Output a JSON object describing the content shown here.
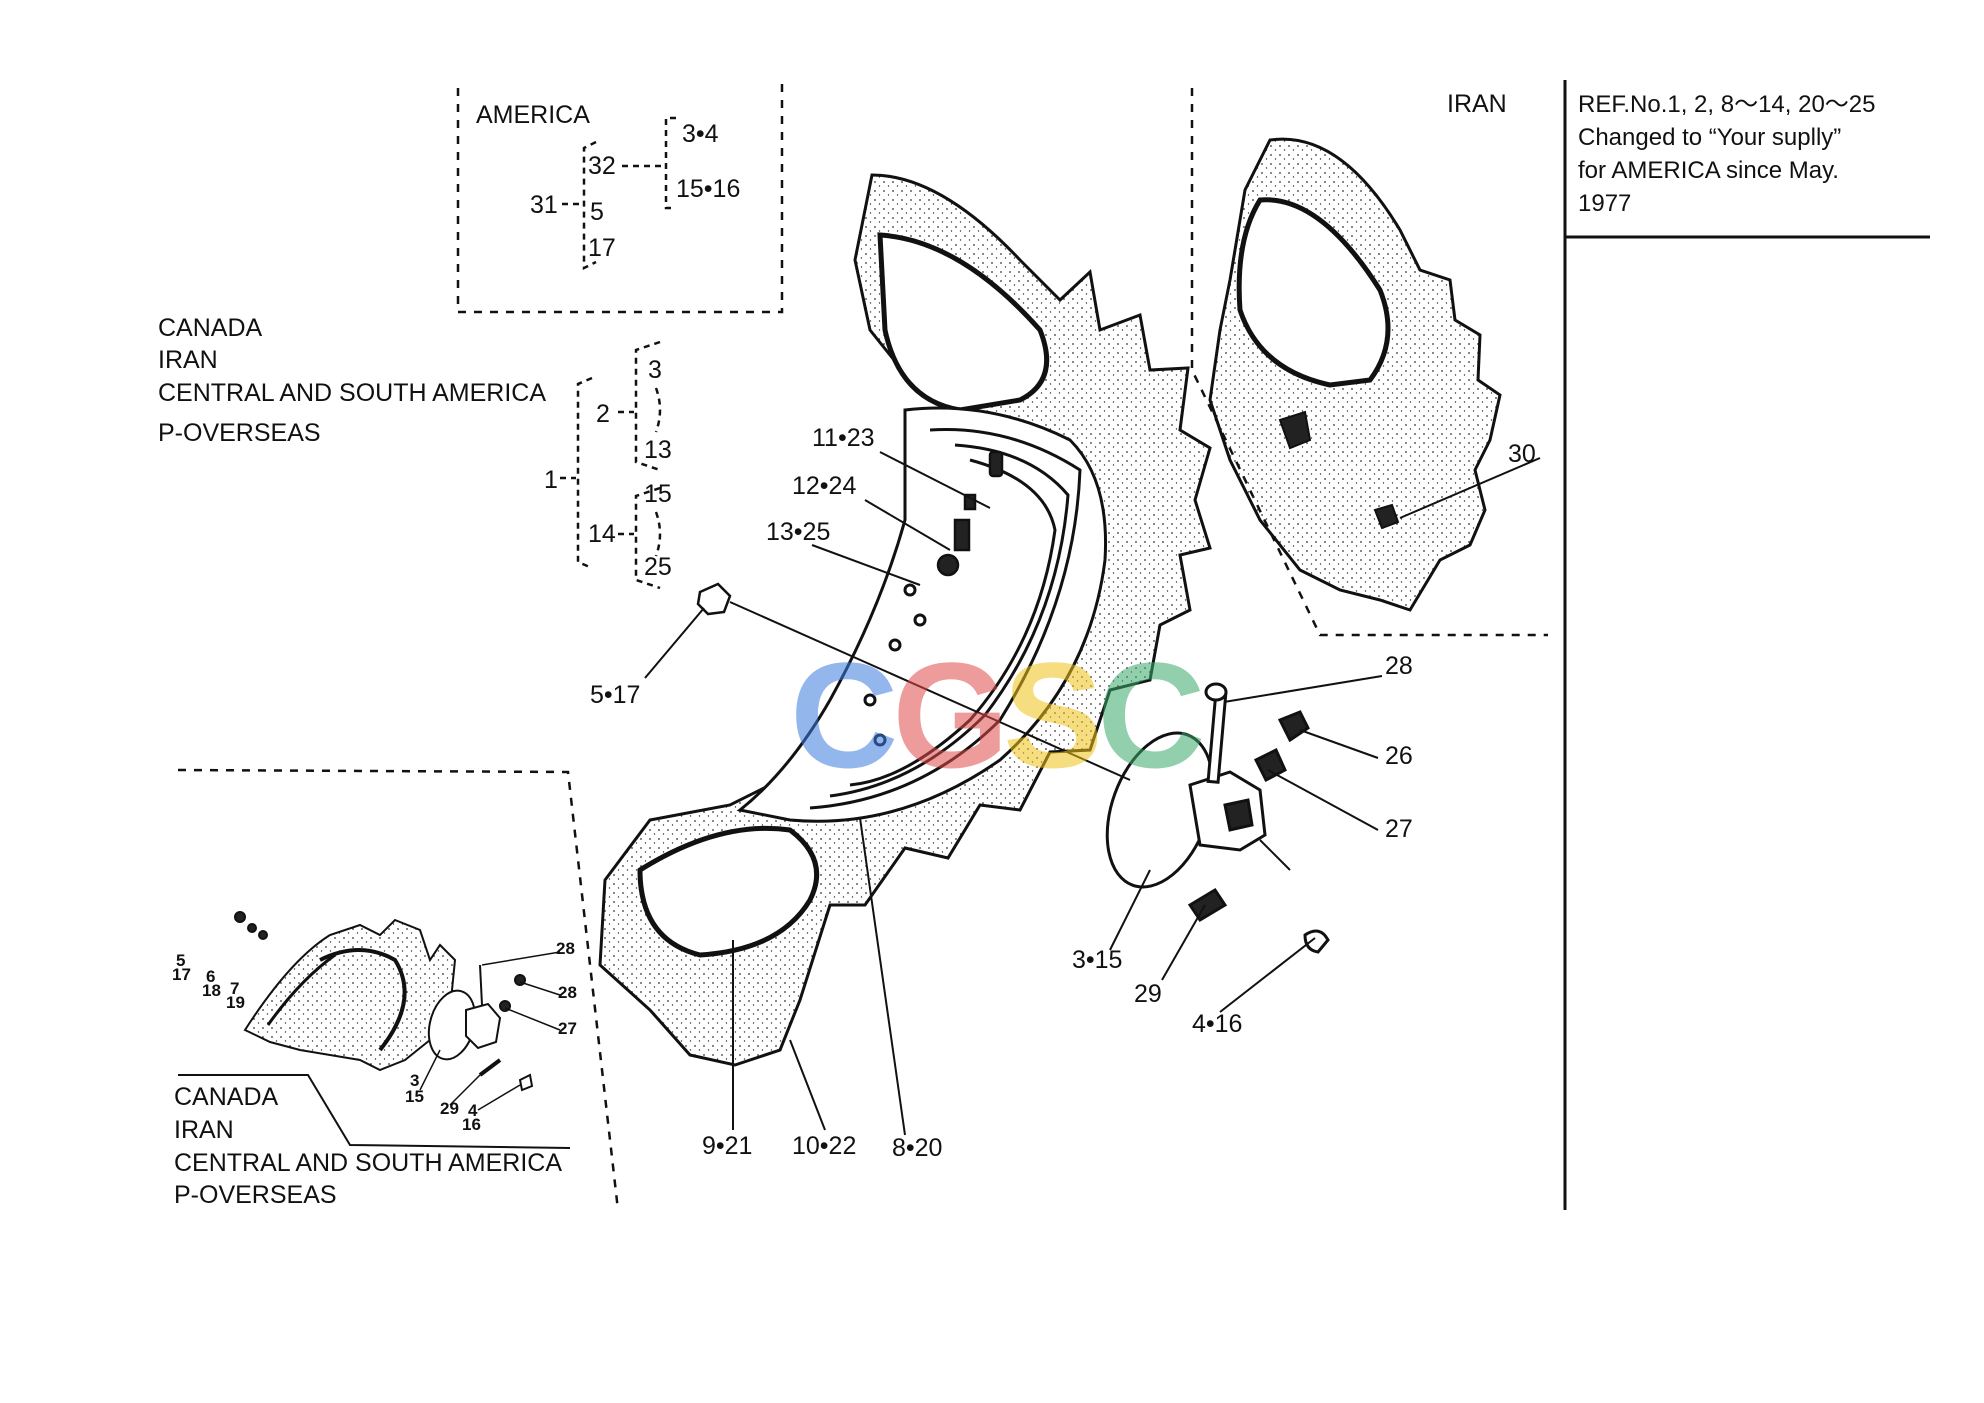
{
  "regions": {
    "america_box": "AMERICA",
    "iran_top": "IRAN",
    "group_main": [
      "CANADA",
      "IRAN",
      "CENTRAL AND SOUTH AMERICA",
      "P-OVERSEAS"
    ],
    "group_inset": [
      "CANADA",
      "IRAN",
      "CENTRAL AND SOUTH AMERICA",
      "P-OVERSEAS"
    ]
  },
  "note": {
    "lines": [
      "REF.No.1, 2, 8〜14, 20〜25",
      "Changed to “Your suplly”",
      "for AMERICA since May.",
      "1977"
    ]
  },
  "america_tree": {
    "root": "31",
    "branch_a": "32",
    "branch_b": "5",
    "branch_c": "17",
    "sub_a": "3•4",
    "sub_b": "15•16"
  },
  "main_tree": {
    "root": "1",
    "branch_a": "2",
    "branch_b": "14",
    "a1": "3",
    "a2": "13",
    "b1": "15",
    "b2": "25"
  },
  "callouts": {
    "c11_23": "11•23",
    "c12_24": "12•24",
    "c13_25": "13•25",
    "c5_17": "5•17",
    "c28": "28",
    "c26": "26",
    "c27": "27",
    "c3_15": "3•15",
    "c29": "29",
    "c4_16": "4•16",
    "c9_21": "9•21",
    "c10_22": "10•22",
    "c8_20": "8•20",
    "c30": "30"
  },
  "inset_callouts": {
    "i5": "5",
    "i17": "17",
    "i6": "6",
    "i18": "18",
    "i7": "7",
    "i19": "19",
    "i28a": "28",
    "i28b": "28",
    "i27": "27",
    "i3": "3",
    "i15": "15",
    "i29": "29",
    "i4": "4",
    "i16": "16"
  },
  "watermark": {
    "letters": [
      "C",
      "G",
      "S",
      "C"
    ],
    "colors": [
      "#3b7be0",
      "#e04a4a",
      "#f0c419",
      "#3aa86a"
    ]
  }
}
